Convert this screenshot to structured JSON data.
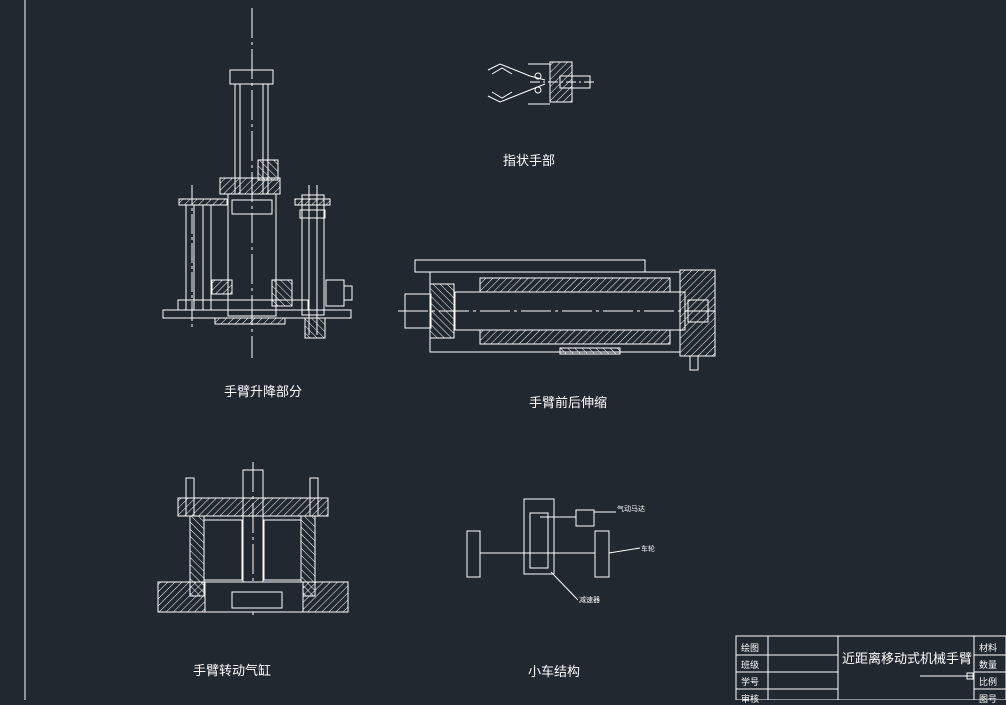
{
  "labels": {
    "lift": "手臂升降部分",
    "finger": "指状手部",
    "telescopic": "手臂前后伸缩",
    "rotary": "手臂转动气缸",
    "cart": "小车结构"
  },
  "cart_callouts": {
    "motor": "气动马达",
    "wheel": "车轮",
    "reducer": "减速器"
  },
  "title_block": {
    "title": "近距离移动式机械手臂",
    "left_rows": [
      "绘图",
      "班级",
      "学号",
      "审核"
    ],
    "right_rows": [
      "材料",
      "数量",
      "比例",
      "图号"
    ]
  },
  "colors": {
    "background": "#212830",
    "lines": "#ffffff"
  }
}
